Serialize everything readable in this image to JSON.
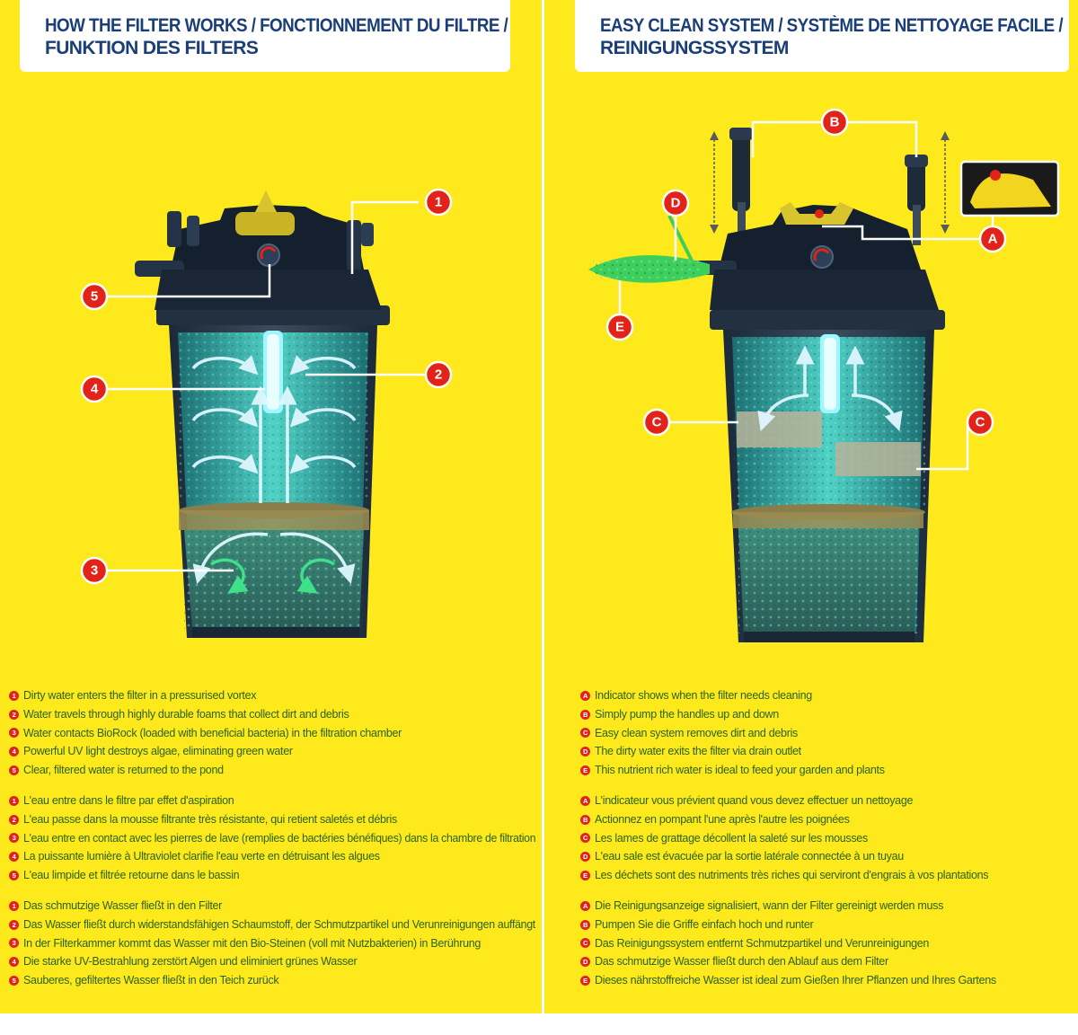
{
  "panels": {
    "left": {
      "title_line1": "HOW THE FILTER WORKS / FONCTIONNEMENT DU FILTRE /",
      "title_line2": "FUNKTION DES FILTERS",
      "badges": [
        "1",
        "2",
        "3",
        "4",
        "5"
      ],
      "legend": {
        "en": [
          {
            "marker": "1",
            "text": "Dirty water enters the filter in a pressurised vortex"
          },
          {
            "marker": "2",
            "text": "Water travels through highly durable foams that collect dirt and debris"
          },
          {
            "marker": "3",
            "text": "Water contacts BioRock (loaded with beneficial bacteria) in the filtration chamber"
          },
          {
            "marker": "4",
            "text": "Powerful UV light destroys algae, eliminating green water"
          },
          {
            "marker": "5",
            "text": "Clear, filtered water is returned to the pond"
          }
        ],
        "fr": [
          {
            "marker": "1",
            "text": "L'eau entre dans le filtre par effet d'aspiration"
          },
          {
            "marker": "2",
            "text": "L'eau passe dans la mousse filtrante très résistante, qui retient saletés et débris"
          },
          {
            "marker": "3",
            "text": "L'eau entre en contact avec les pierres de lave (remplies de bactéries bénéfiques) dans la chambre de filtration"
          },
          {
            "marker": "4",
            "text": "La puissante lumière à Ultraviolet clarifie l'eau verte en détruisant les algues"
          },
          {
            "marker": "5",
            "text": "L'eau limpide et filtrée retourne dans le bassin"
          }
        ],
        "de": [
          {
            "marker": "1",
            "text": "Das schmutzige Wasser fließt in den Filter"
          },
          {
            "marker": "2",
            "text": "Das Wasser fließt durch widerstandsfähigen Schaumstoff, der Schmutzpartikel und Verunreinigungen auffängt"
          },
          {
            "marker": "3",
            "text": "In der Filterkammer kommt das Wasser mit den Bio-Steinen (voll mit Nutzbakterien) in Berührung"
          },
          {
            "marker": "4",
            "text": "Die starke UV-Bestrahlung zerstört Algen und eliminiert grünes Wasser"
          },
          {
            "marker": "5",
            "text": "Sauberes, gefiltertes Wasser fließt in den Teich zurück"
          }
        ]
      }
    },
    "right": {
      "title_line1": "EASY CLEAN SYSTEM / SYSTÈME DE NETTOYAGE FACILE /",
      "title_line2": "REINIGUNGSSYSTEM",
      "badges": [
        "A",
        "B",
        "C",
        "C",
        "D",
        "E"
      ],
      "legend": {
        "en": [
          {
            "marker": "A",
            "text": "Indicator shows when the filter needs cleaning"
          },
          {
            "marker": "B",
            "text": "Simply pump the handles up and down"
          },
          {
            "marker": "C",
            "text": "Easy clean system removes dirt and debris"
          },
          {
            "marker": "D",
            "text": "The dirty water exits the filter via drain outlet"
          },
          {
            "marker": "E",
            "text": "This nutrient rich water is ideal to feed your garden and plants"
          }
        ],
        "fr": [
          {
            "marker": "A",
            "text": "L'indicateur vous prévient quand vous devez effectuer un nettoyage"
          },
          {
            "marker": "B",
            "text": "Actionnez en pompant l'une après l'autre les poignées"
          },
          {
            "marker": "C",
            "text": "Les lames de grattage décollent la saleté sur les mousses"
          },
          {
            "marker": "D",
            "text": "L'eau sale est évacuée par la sortie latérale connectée à un tuyau"
          },
          {
            "marker": "E",
            "text": "Les déchets sont des nutriments très riches qui serviront d'engrais à vos plantations"
          }
        ],
        "de": [
          {
            "marker": "A",
            "text": "Die Reinigungsanzeige signalisiert, wann der Filter gereinigt werden muss"
          },
          {
            "marker": "B",
            "text": "Pumpen Sie die Griffe einfach hoch und runter"
          },
          {
            "marker": "C",
            "text": "Das Reinigungssystem entfernt Schmutzpartikel und Verunreinigungen"
          },
          {
            "marker": "D",
            "text": "Das schmutzige Wasser fließt durch den Ablauf aus dem Filter"
          },
          {
            "marker": "E",
            "text": "Dieses nährstoffreiche Wasser ist ideal zum Gießen Ihrer Pflanzen und Ihres Gartens"
          }
        ]
      }
    }
  },
  "icons": [
    "pond-filter-icon",
    "callout-badge-icon",
    "uv-lamp-icon",
    "flow-arrow-icon"
  ],
  "colors": {
    "background": "#fde91c",
    "title_text": "#1a3e78",
    "badge": "#e2231a",
    "legend_text": "#2e6318",
    "water": "#3fb9b0"
  }
}
